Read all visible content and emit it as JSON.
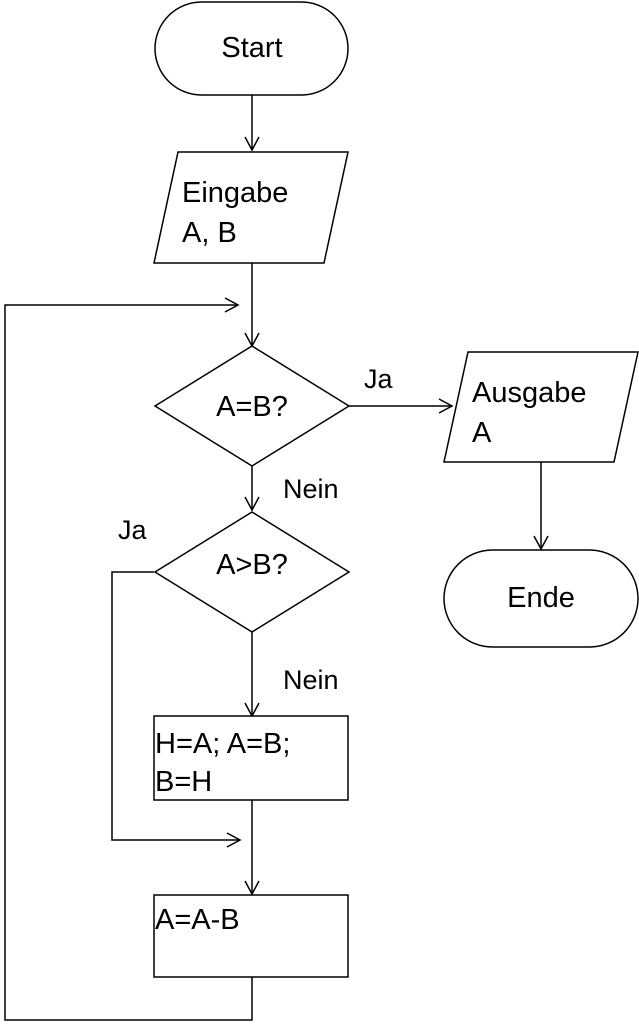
{
  "nodes": {
    "start": {
      "label": "Start"
    },
    "input": {
      "line1": "Eingabe",
      "line2": "A, B"
    },
    "decision_equal": {
      "label": "A=B?"
    },
    "decision_greater": {
      "label": "A>B?"
    },
    "swap": {
      "line1": "H=A; A=B;",
      "line2": "B=H"
    },
    "subtract": {
      "label": "A=A-B"
    },
    "output": {
      "line1": "Ausgabe",
      "line2": "A"
    },
    "end": {
      "label": "Ende"
    }
  },
  "edge_labels": {
    "equal_yes": "Ja",
    "equal_no": "Nein",
    "greater_yes": "Ja",
    "greater_no": "Nein"
  }
}
